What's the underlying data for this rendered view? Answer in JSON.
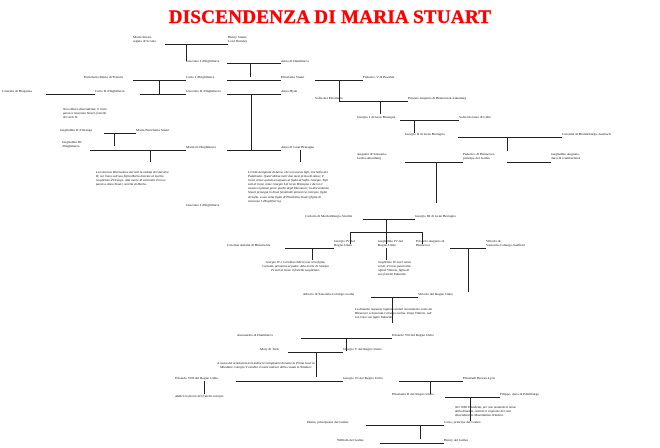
{
  "title": "DISCENDENZA DI MARIA STUART",
  "colors": {
    "title": "#ff0000",
    "line": "#222222",
    "text": "#111111",
    "background": "#ffffff"
  },
  "people": {
    "maria_stuart": "Maria Stuart,\nregina di Scozia",
    "henry_stuart": "Henry Stuart,\nLord Darnley",
    "giacomo_i": "Giacomo I d'Inghilterra",
    "anna_danimarca": "Anna di Danimarca",
    "enrichetta_maria": "Enrichetta Maria di Francia",
    "carlo_i": "Carlo I d'Inghilterra",
    "elisabetta_stuart": "Elisabetta Stuart",
    "federico_v": "Federico V di Boemia",
    "caterina_braganza": "Caterina di Braganza",
    "carlo_ii": "Carlo II d'Inghilterra",
    "giacomo_ii": "Giacomo II d'Inghilterra",
    "anna_hyde": "Anna Hyde",
    "sofia_palatinato": "Sofia del Palatinato",
    "ernesto_augusto": "Ernesto Augusto di Brunswick-Luneburg",
    "guglielmo_ii_orange": "Guglielmo II d'Orange",
    "maria_enrichetta": "Maria Enrichetta Stuart",
    "giorgio_i": "Giorgio I di Gran Bretagna",
    "sofia_dorotea": "Sofia Dorotea di Celle",
    "guglielmo_iii": "Guglielmo III\nd'Inghilterra",
    "maria_ii": "Maria II d'Inghilterra",
    "anna_gran_bretagna": "Anna di Gran Bretagna",
    "giorgio_ii": "Giorgio II di Gran Bretagna",
    "carolina_brandeburgo": "Carolina di Brandeburgo-Ansbach",
    "augusta_sassonia": "Augusta di Sassonia-\nGotha-Altenburg",
    "federico_hannover": "Federico di Hannover,\nprincipe del Galles",
    "guglielmo_augusto": "Guglielmo Augusto,\nduca di Cumberland",
    "carlotta_meclemburgo": "Carlotta di Meclemburgo-Strelitz",
    "giorgio_iii": "Giorgio III di Gran Bretagna",
    "carolina_amalia": "Carolina Amalia di Brunswick",
    "giorgio_iv": "Giorgio IV del\nRegno Unito",
    "guglielmo_iv": "Guglielmo IV del\nRegno Unito",
    "edoardo_augusto": "Edoardo Augusto di\nHannover",
    "vittoria_sassonia": "Vittoria di\nSassonia-Coburgo-Saalfeld",
    "alberto_sassonia": "Alberto di Sassonia-Coburgo-Gotha",
    "vittoria_regno_unito": "Vittoria del Regno Unito",
    "alessandra_danimarca": "Alessandra di Danimarca",
    "edoardo_vii": "Edoardo VII del Regno Unito",
    "mary_teck": "Mary di Teck",
    "giorgio_v": "Giorgio V del Regno Unito",
    "edoardo_viii": "Edoardo VIII del Regno Unito",
    "giorgio_vi": "Giorgio VI del Regno Unito",
    "elisabeth_bowes": "Elisabeth Bowes-Lyon",
    "elisabetta_ii": "Elisabetta II del Regno Unito",
    "filippo_edimburgo": "Filippo, duca di Edimburgo",
    "diana_galles": "Diana, principessa del Galles",
    "carlo_galles": "Carlo, principe del Galles",
    "william_galles": "William del Galles",
    "henry_galles": "Henry del Galles"
  },
  "notes": {
    "carlo_ii_no_heirs": "Non ebbero discendenza; il trono\npassò a Giacomo Stuart, fratello\ndi Carlo II.",
    "gloriosa_rivoluzione": "La Gloriosa Rivoluzione decretò la caduta di Giacomo\nII; sul trono salì sua figlia Maria insieme al marito\nGuglielmo d'Orange. Alla morte di entrambi il trono\npassò a Anna Stuart, sorella di Maria.",
    "successione_hannover": "L'erede designata di Anna, che non aveva figli, era Sofia del\nPalatinato. Quest'ultima morì due mesi prima di Anna; il\ntrono venne quindi assegnato al figlio di Sofia, Giorgio. Egli\nsalì al trono come Giorgio I di Gran Bretagna e da lui il\ncasato regnante prese quello degli Hannover; la discendenza\nStuart proseguì in linea femminile attraverso Giorgio, figlio\ndi Sofia, a sua volta figlia di Elisabetta Stuart (figlia di\nGiacomo I d'Inghilterra).",
    "giorgio_iv_carlotta": "Giorgio IV e Carolina ebbero una sola figlia,\nCarlotta, premorta al padre. Alla morte di Giorgio\nIV salì al trono il fratello Guglielmo.",
    "guglielmo_iv_no_heirs": "Guglielmo IV morì senza\neredi; il trono passò alla\nnipote Vittoria, figlia di\nsuo fratello Edoardo.",
    "cambio_dinastia": "La dinastia regnante inglese cambiò nuovamente nome da\nHannover a Sassonia-Coburgo-Gotha. Dopo Vittoria, salì\nsul trono suo figlio Edoardo.",
    "windsor": "A causa dei sentimenti anti-tedeschi sviluppatisi durante la Prima Guerra\nMondiale, Giorgio V cambiò il nome tedesco della casata in Windsor.",
    "abdicazione": "Abdicò in favore del fratello Giorgio",
    "mountbatten": "Nel 1960 Elisabetta, per non mutando il nome\ndella dinastia, cambiò il cognome dei suoi\ndiscendenti in Mountbatten-Windsor."
  }
}
